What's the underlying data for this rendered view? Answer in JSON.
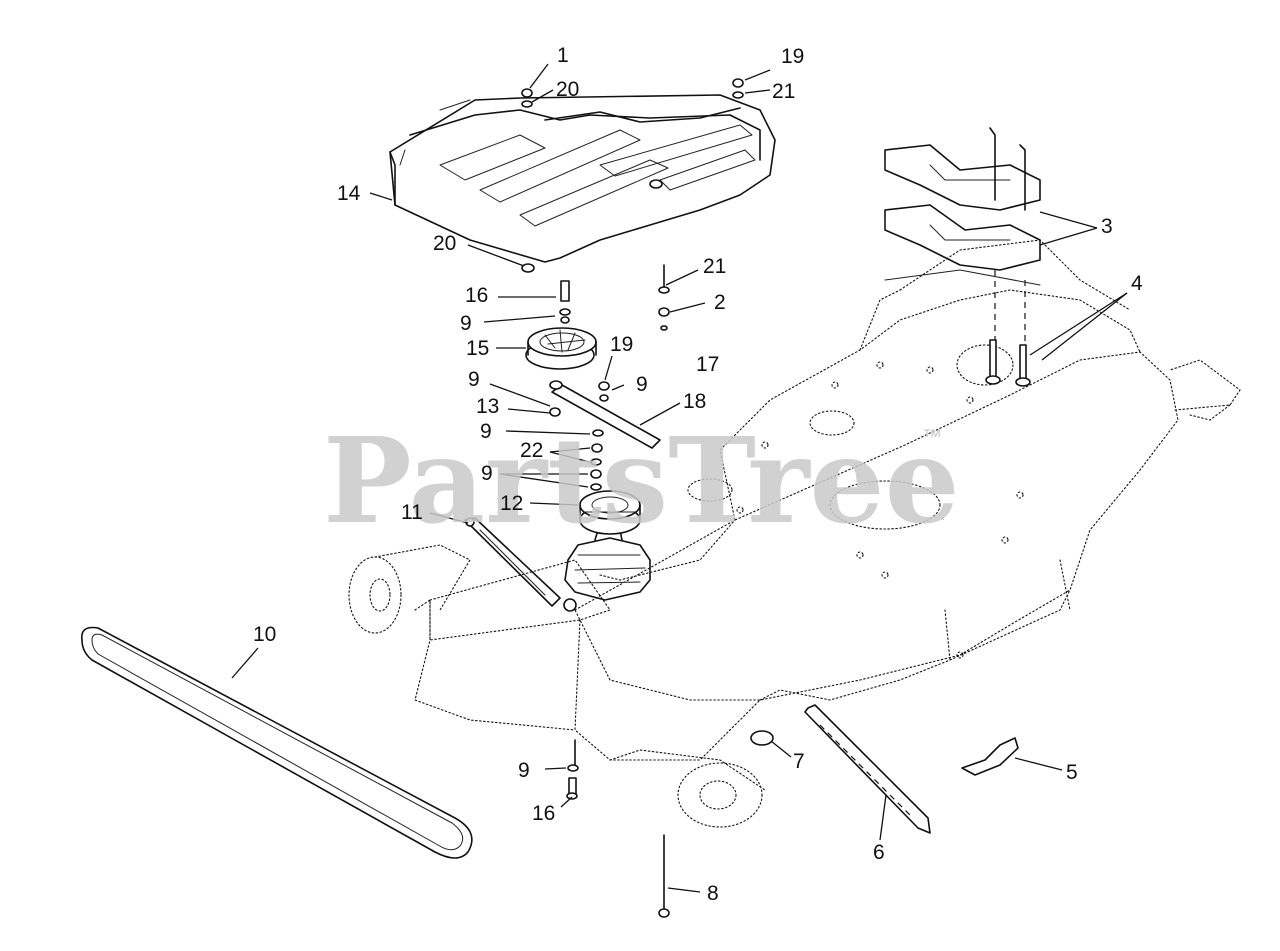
{
  "watermark": {
    "brand": "PartsTree",
    "trademark": "™"
  },
  "callouts": [
    "1",
    "2",
    "3",
    "4",
    "5",
    "6",
    "7",
    "8",
    "9",
    "10",
    "11",
    "12",
    "13",
    "14",
    "15",
    "16",
    "17",
    "18",
    "19",
    "20",
    "21",
    "22"
  ]
}
